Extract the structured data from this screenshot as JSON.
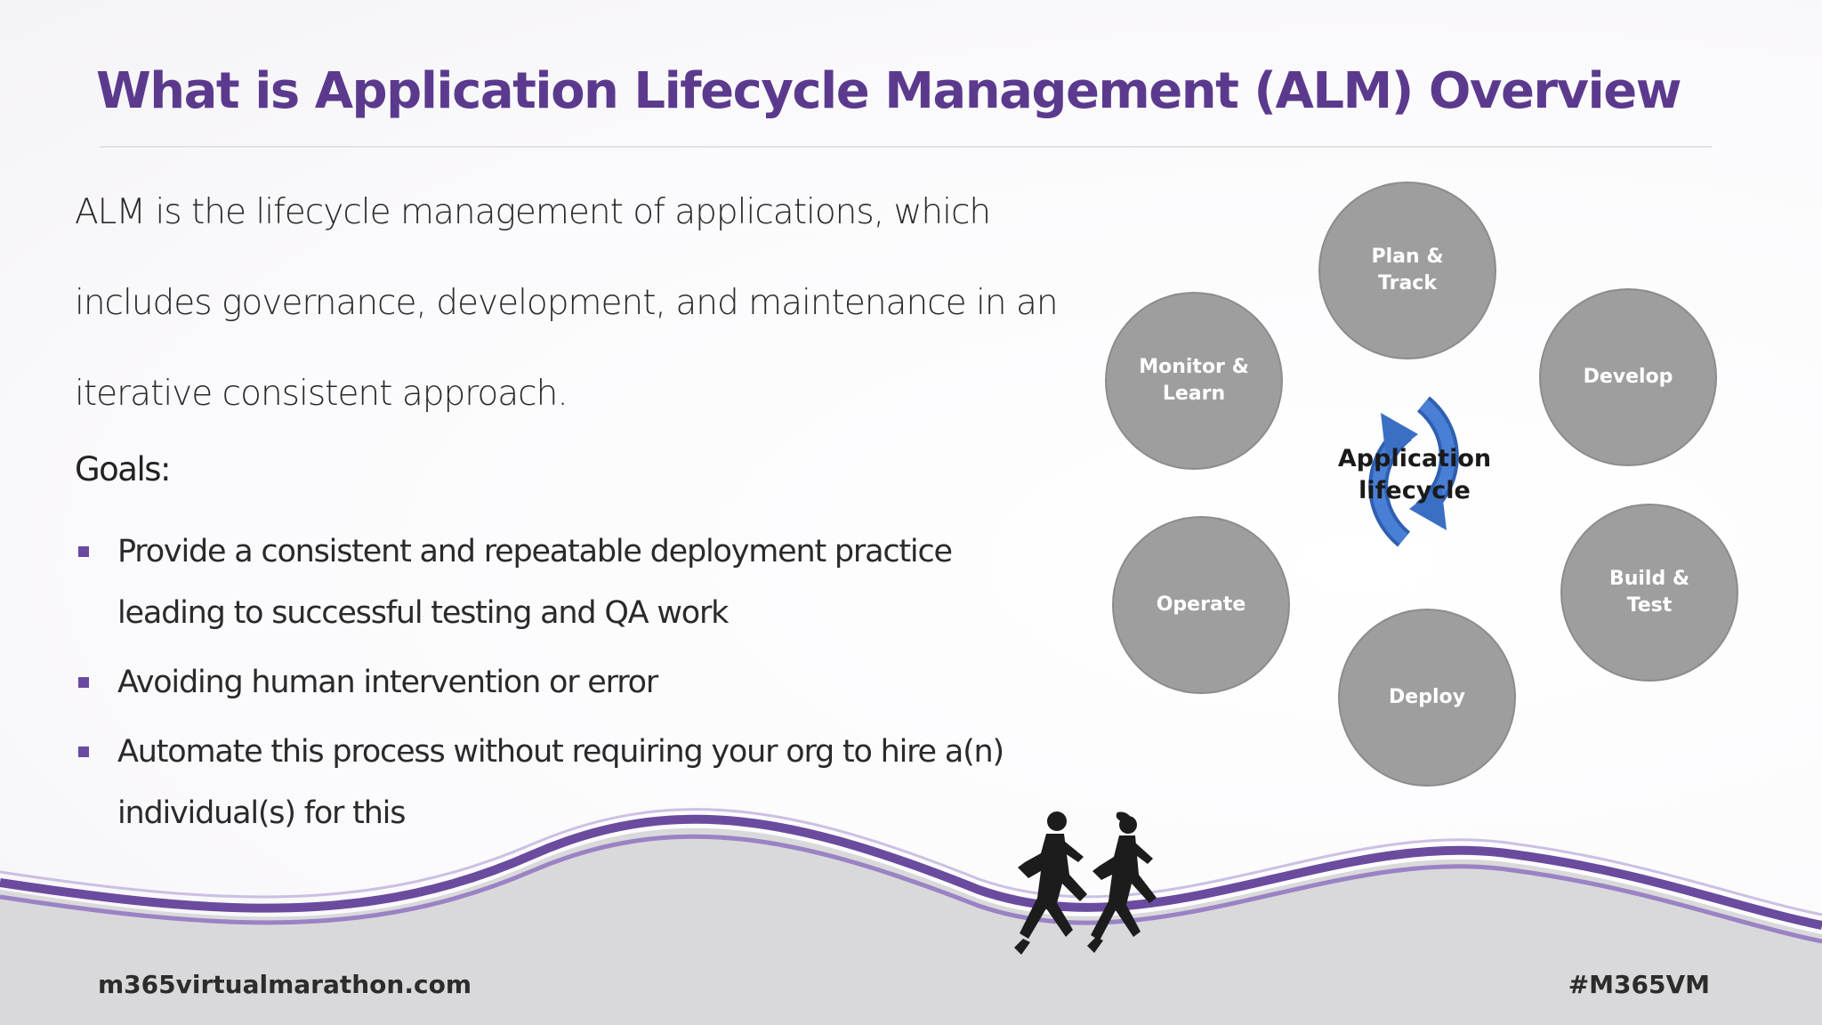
{
  "slide": {
    "title": "What is Application Lifecycle Management (ALM) Overview",
    "intro": "ALM is the lifecycle management of applications, which includes governance, development, and maintenance in an iterative consistent approach.",
    "goals_heading": "Goals:",
    "goals": [
      "Provide a consistent and repeatable deployment practice leading to successful testing and QA work",
      "Avoiding human intervention or error",
      "Automate this process without requiring your org to hire a(n) individual(s) for this"
    ]
  },
  "diagram": {
    "center_label": "Application\nlifecycle",
    "stages": [
      "Plan &\nTrack",
      "Develop",
      "Build &\nTest",
      "Deploy",
      "Operate",
      "Monitor &\nLearn"
    ]
  },
  "footer": {
    "website": "m365virtualmarathon.com",
    "hashtag": "#M365VM"
  },
  "colors": {
    "title": "#5b3a8e",
    "bullet": "#6a4aa0",
    "stage_fill": "#9e9e9e",
    "cycle_arrow": "#3a6fc4",
    "wave_purple": "#6b4b9e",
    "footer_gray": "#d9d9db"
  },
  "icons": {
    "cycle": "circular-arrows-icon",
    "runners": "runners-silhouette"
  }
}
